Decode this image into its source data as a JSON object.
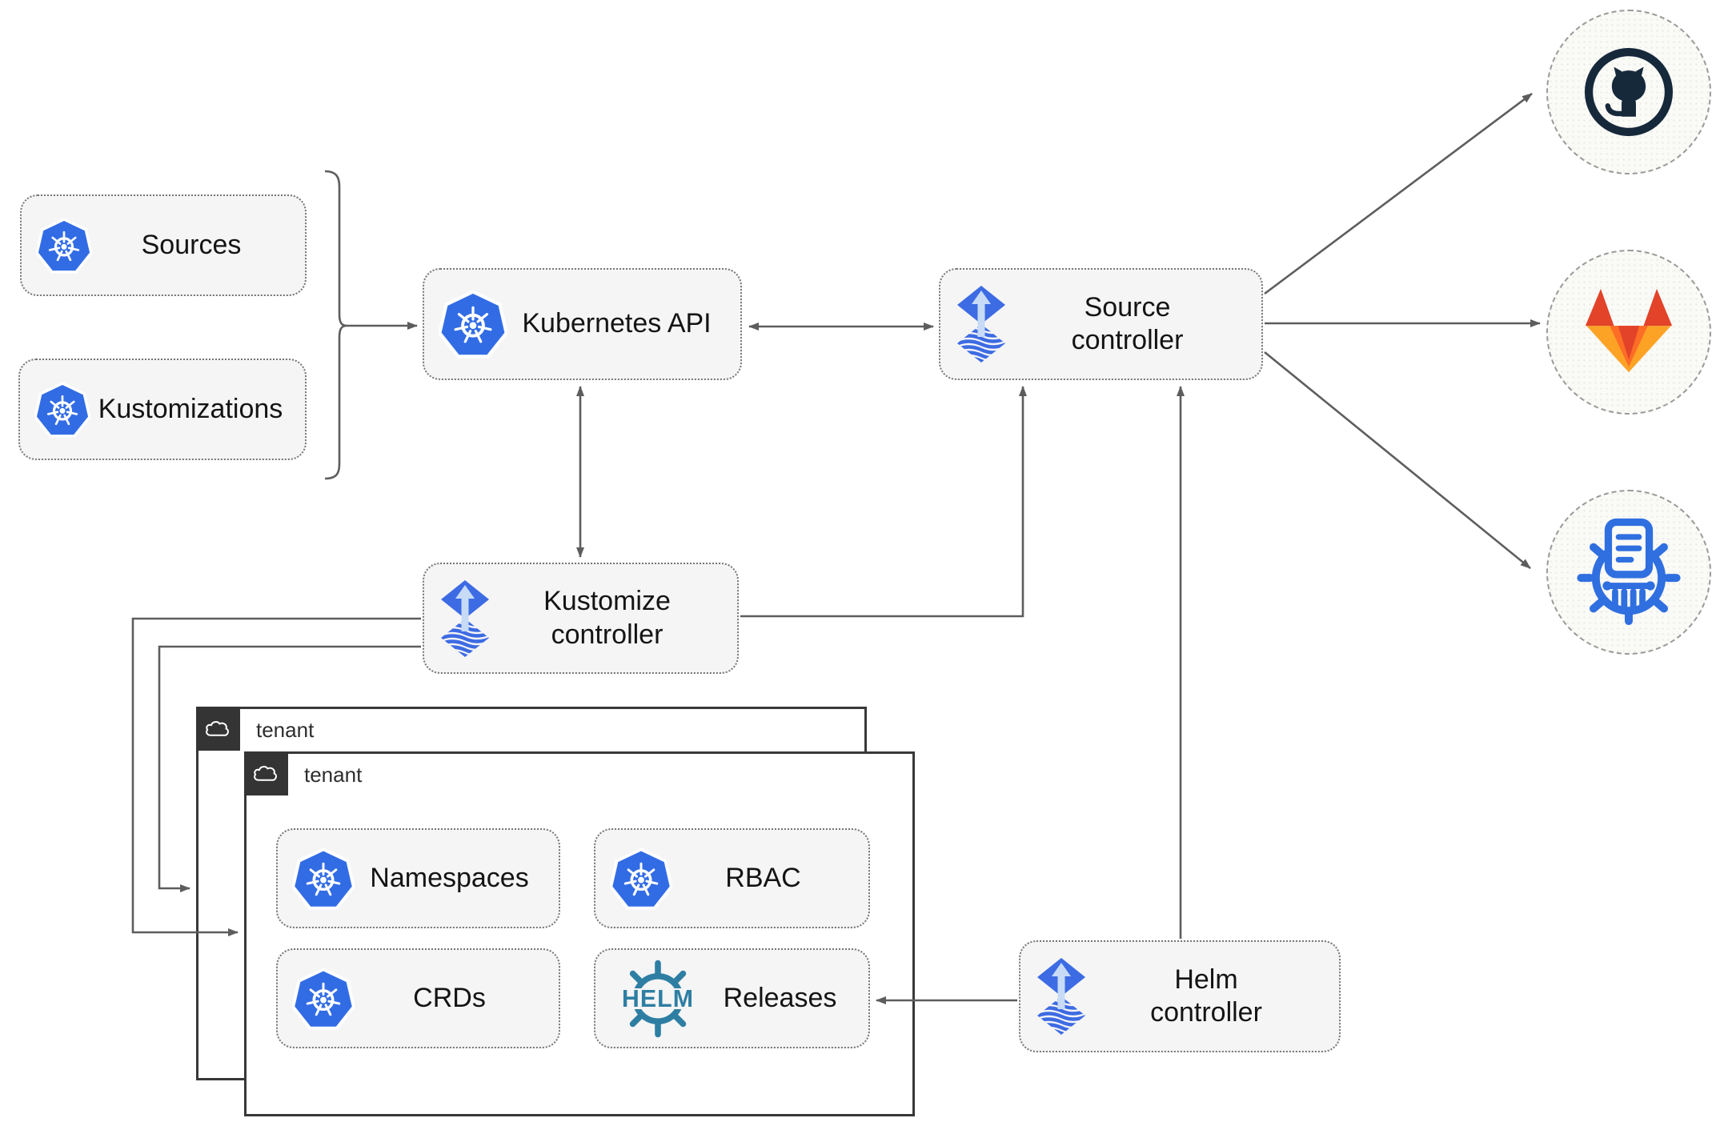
{
  "left_group": {
    "sources_label": "Sources",
    "kustomizations_label": "Kustomizations"
  },
  "nodes": {
    "kubernetes_api": {
      "label": "Kubernetes API"
    },
    "source_controller": {
      "label1": "Source",
      "label2": "controller"
    },
    "kustomize_controller": {
      "label1": "Kustomize",
      "label2": "controller"
    },
    "helm_controller": {
      "label1": "Helm",
      "label2": "controller"
    }
  },
  "tenants": [
    {
      "label": "tenant"
    },
    {
      "label": "tenant"
    }
  ],
  "tenant_items": {
    "namespaces": "Namespaces",
    "rbac": "RBAC",
    "crds": "CRDs",
    "releases": "Releases"
  },
  "helm_logo": {
    "text": "HELM"
  },
  "externals": {
    "github": "github-octocat",
    "gitlab": "gitlab-tanuki",
    "chartmuseum": "chartmuseum-wheel-document"
  },
  "icons": {
    "kubernetes": "kubernetes-heptagon-wheel",
    "flux": "flux-diamond-up-arrow-over-waves",
    "helm": "helm-ship-wheel",
    "cloud": "cloud-outline"
  },
  "colors": {
    "kubernetes_blue": "#326CE5",
    "flux_blue": "#3D6BE3",
    "flux_arrow_light": "#C7DBF6",
    "helm_teal": "#2E7EA3",
    "github_navy": "#16293B",
    "gitlab_red": "#E24329",
    "gitlab_light_orange": "#FCA326",
    "chartmuseum_blue": "#2F6FE0",
    "wire_gray": "#5d5d5d",
    "node_fill": "#f5f5f5",
    "tenant_tab_dark": "#343434"
  }
}
